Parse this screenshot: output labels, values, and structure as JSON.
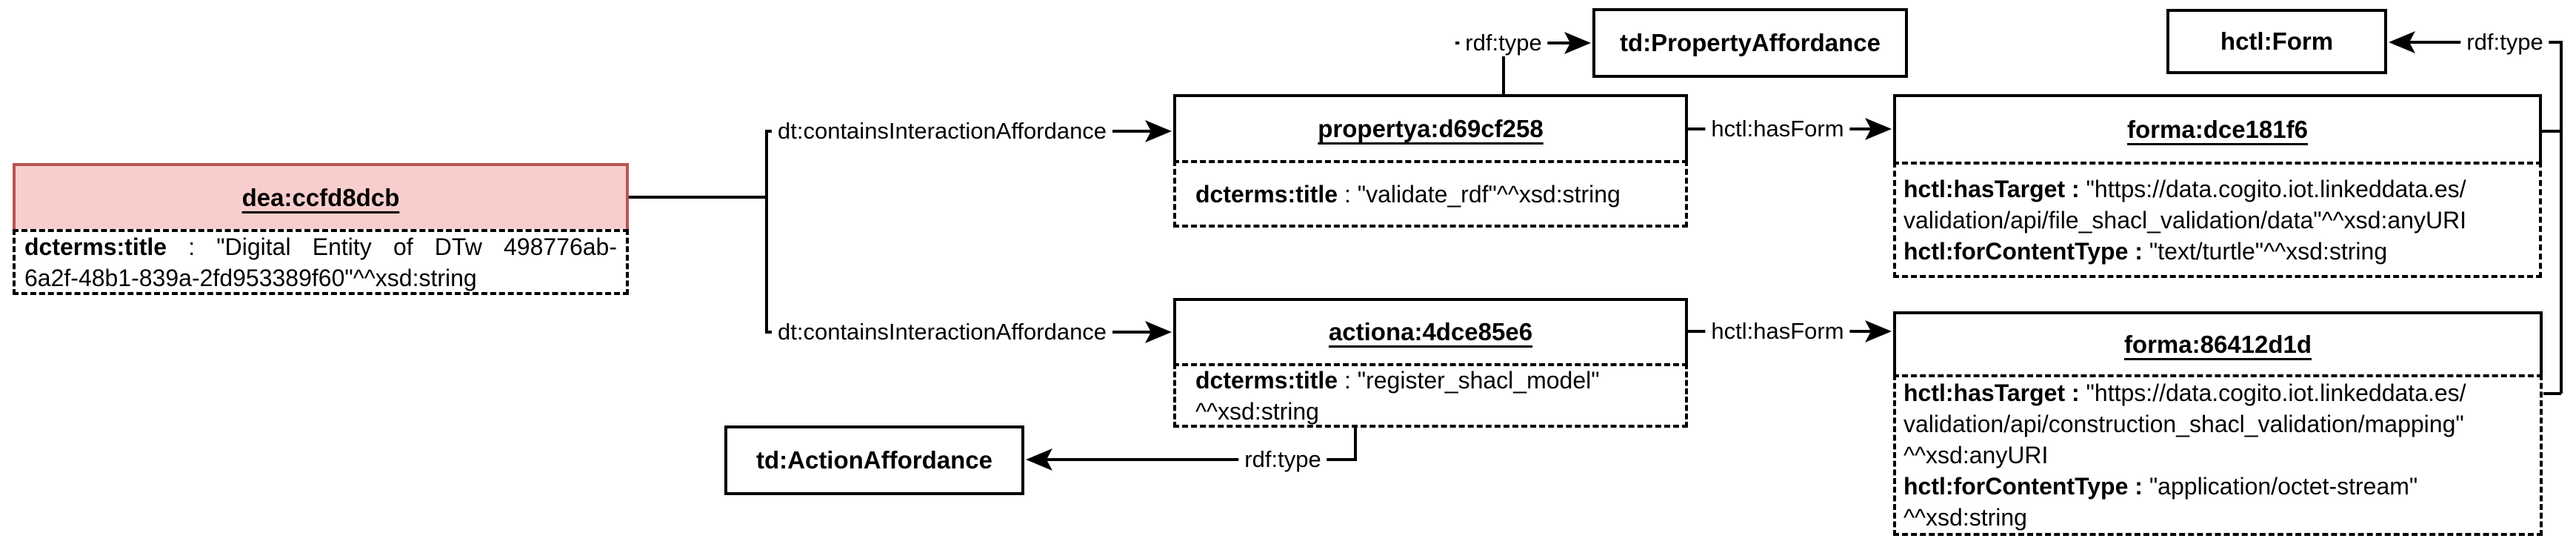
{
  "colors": {
    "highlight_fill": "#f8cecc",
    "highlight_stroke": "#b85450",
    "line": "#000000",
    "background": "#ffffff"
  },
  "nodes": {
    "dea": {
      "title": "dea:ccfd8dcb",
      "lines": [
        {
          "label": "dcterms:title",
          "rest": " : \"Digital Entity of DTw 498776ab-"
        },
        {
          "label": "",
          "rest": "6a2f-48b1-839a-2fd953389f60\"^^xsd:string"
        }
      ]
    },
    "propertya": {
      "title": "propertya:d69cf258",
      "lines": [
        {
          "label": "dcterms:title",
          "rest": " : \"validate_rdf\"^^xsd:string"
        }
      ]
    },
    "actiona": {
      "title": "actiona:4dce85e6",
      "lines": [
        {
          "label": "dcterms:title",
          "rest": " : \"register_shacl_model\""
        },
        {
          "label": "",
          "rest": "^^xsd:string"
        }
      ]
    },
    "forma1": {
      "title": "forma:dce181f6",
      "lines": [
        {
          "label": "hctl:hasTarget :",
          "rest": " \"https://data.cogito.iot.linkeddata.es/"
        },
        {
          "label": "",
          "rest": "validation/api/file_shacl_validation/data\"^^xsd:anyURI"
        },
        {
          "label": "hctl:forContentType :",
          "rest": " \"text/turtle\"^^xsd:string"
        }
      ]
    },
    "forma2": {
      "title": "forma:86412d1d",
      "lines": [
        {
          "label": "hctl:hasTarget :",
          "rest": " \"https://data.cogito.iot.linkeddata.es/"
        },
        {
          "label": "",
          "rest": "validation/api/construction_shacl_validation/mapping\""
        },
        {
          "label": "",
          "rest": "^^xsd:anyURI"
        },
        {
          "label": "hctl:forContentType :",
          "rest": " \"application/octet-stream\""
        },
        {
          "label": "",
          "rest": "^^xsd:string"
        }
      ]
    },
    "td_property_affordance": {
      "title": "td:PropertyAffordance"
    },
    "hctl_form": {
      "title": "hctl:Form"
    },
    "td_action_affordance": {
      "title": "td:ActionAffordance"
    }
  },
  "edges": {
    "contains1": "dt:containsInteractionAffordance",
    "contains2": "dt:containsInteractionAffordance",
    "has_form1": "hctl:hasForm",
    "has_form2": "hctl:hasForm",
    "rdf_type_property": "rdf:type",
    "rdf_type_form": "rdf:type",
    "rdf_type_action": "rdf:type"
  }
}
